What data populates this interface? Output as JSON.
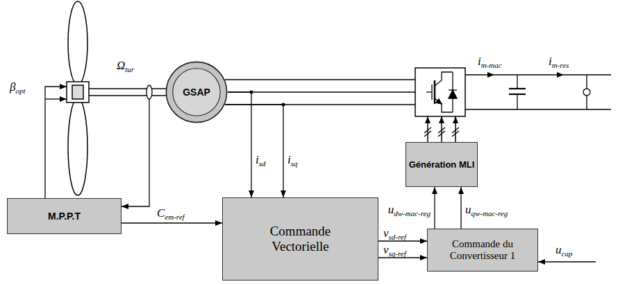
{
  "diagram": {
    "nodes": [
      {
        "text": [
          "GSAP"
        ]
      },
      {
        "text": [
          "Génération MLI"
        ]
      },
      {
        "text": [
          "M.P.P.T"
        ]
      },
      {
        "text": [
          "Commande Vectorielle"
        ]
      },
      {
        "text": [
          "Commande du Convertisseur 1"
        ]
      }
    ],
    "edges": [
      {
        "from": 2,
        "to": 3,
        "arrow": "to",
        "label": "Cem-ref"
      },
      {
        "from": 3,
        "to": 4,
        "arrow": "to",
        "label": "vsd-ref"
      },
      {
        "from": 3,
        "to": 4,
        "arrow": "to",
        "label": "vsq-ref"
      },
      {
        "from": 4,
        "to": 1,
        "arrow": "to",
        "label": "udw-mac-reg"
      },
      {
        "from": 4,
        "to": 1,
        "arrow": "to",
        "label": "uqw-mac-reg"
      },
      {
        "from": 0,
        "to": 3,
        "arrow": "to",
        "label": "isd"
      },
      {
        "from": 0,
        "to": 3,
        "arrow": "to",
        "label": "isq"
      }
    ],
    "labels": [
      "βopt",
      "Ωtur",
      "im-mac",
      "im-res",
      "ucap"
    ]
  }
}
